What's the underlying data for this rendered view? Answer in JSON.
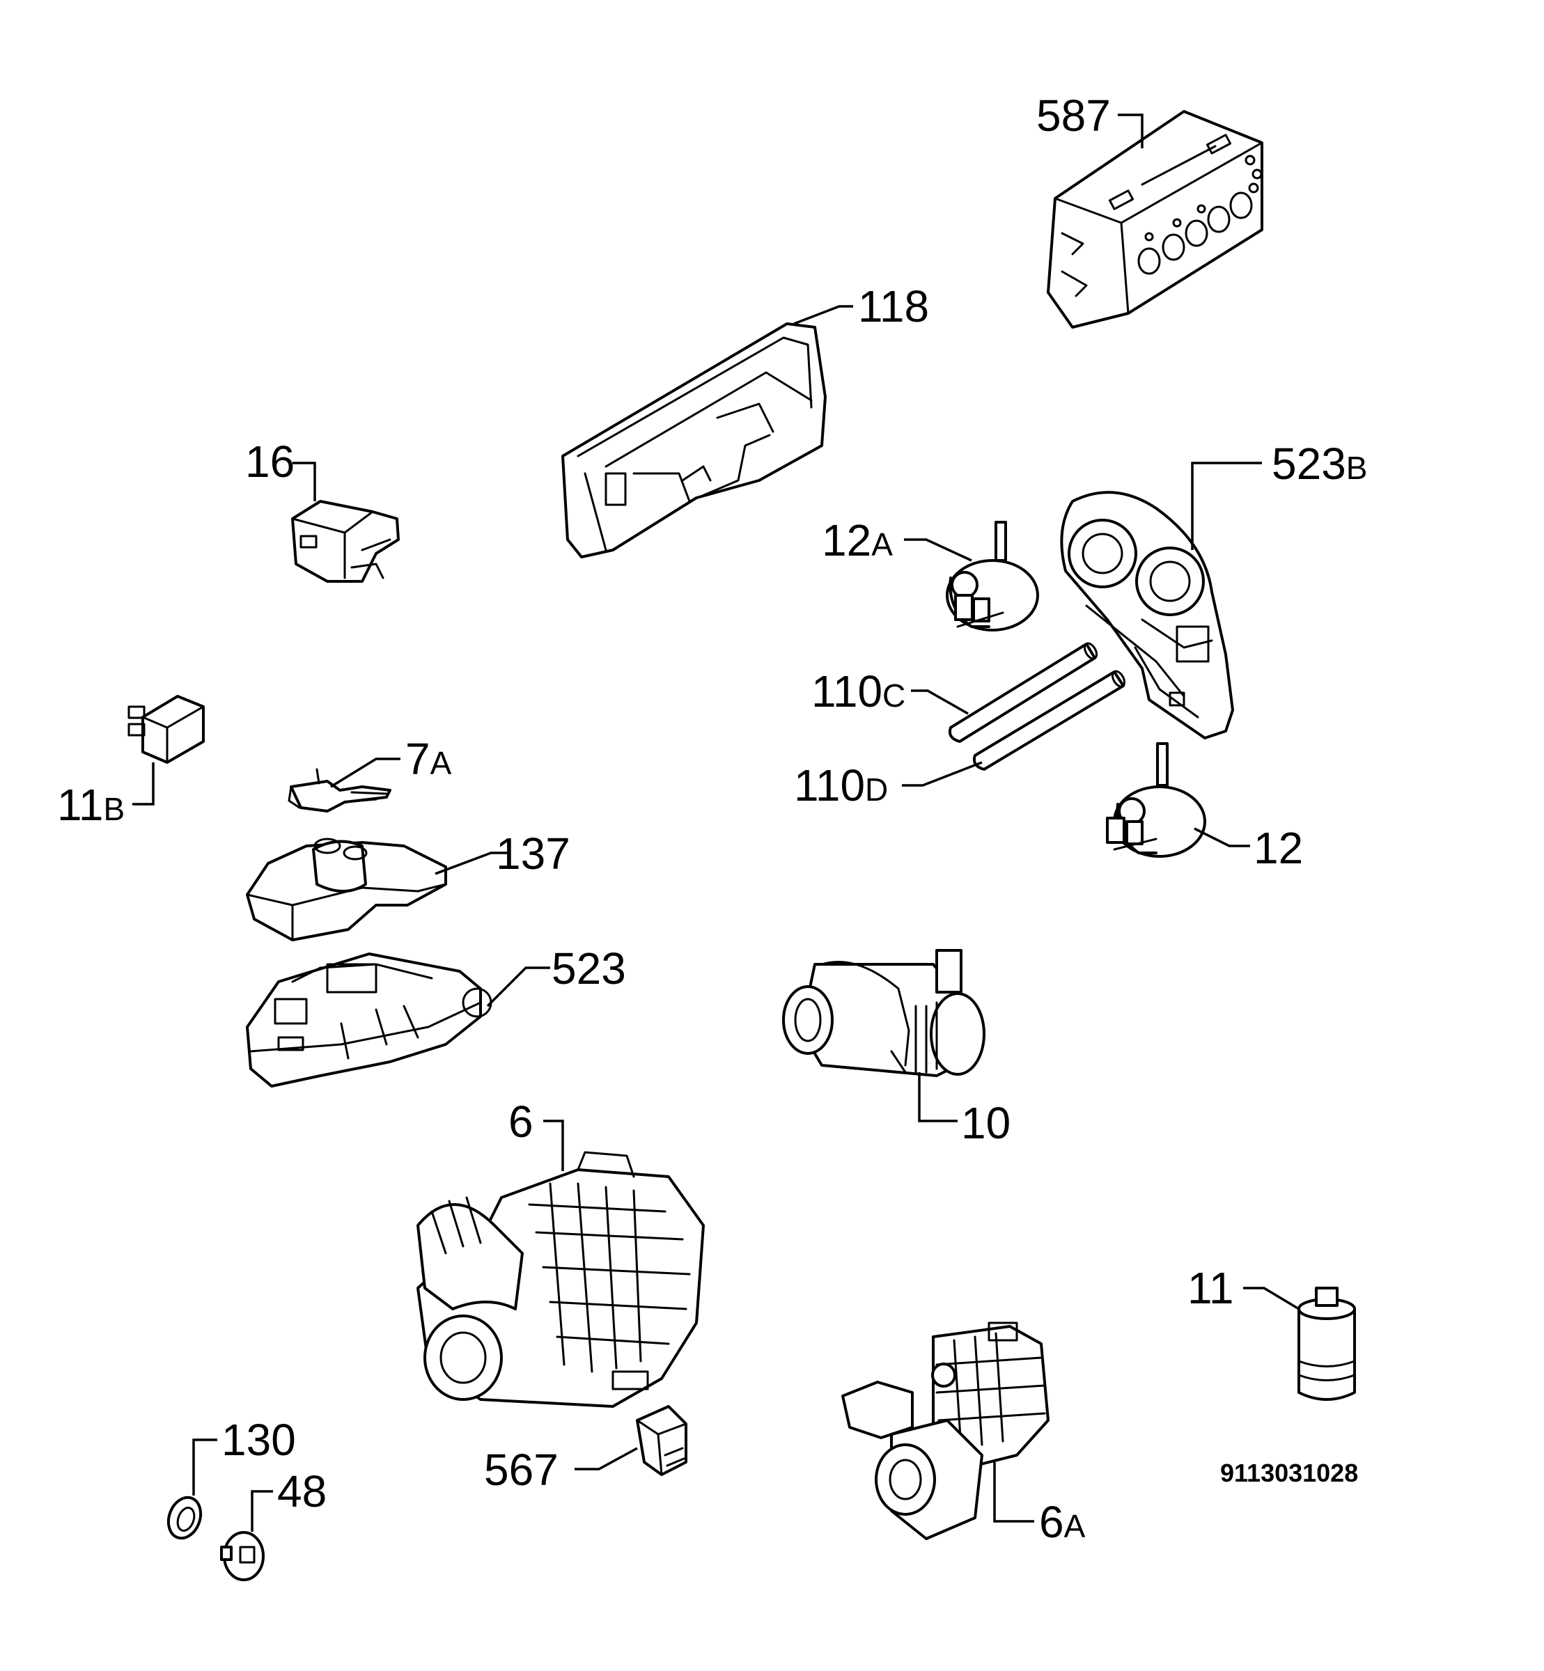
{
  "labels": {
    "p587": "587",
    "p118": "118",
    "p16": "16",
    "p523b": {
      "num": "523",
      "suffix": "B"
    },
    "p12a": {
      "num": "12",
      "suffix": "A"
    },
    "p110c": {
      "num": "110",
      "suffix": "C"
    },
    "p110d": {
      "num": "110",
      "suffix": "D"
    },
    "p11b": {
      "num": "11",
      "suffix": "B"
    },
    "p7a": {
      "num": "7",
      "suffix": "A"
    },
    "p137": "137",
    "p12": "12",
    "p523": "523",
    "p10": "10",
    "p6": "6",
    "p11": "11",
    "p130": "130",
    "p48": "48",
    "p567": "567",
    "p6a": {
      "num": "6",
      "suffix": "A"
    }
  },
  "drawing_code": "9113031028"
}
